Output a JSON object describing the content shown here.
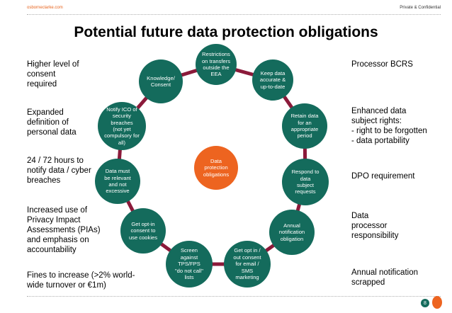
{
  "header": {
    "brand": "osborneclarke.com",
    "confidential": "Private & Confidential"
  },
  "title": "Potential future data protection obligations",
  "center": {
    "label": "Data\nprotection\nobligations"
  },
  "nodes": [
    {
      "label": "Restrictions\non transfers\noutside the\nEEA"
    },
    {
      "label": "Keep data\naccurate &\nup-to-date"
    },
    {
      "label": "Retain data\nfor an\nappropriate\nperiod"
    },
    {
      "label": "Respond to\ndata\nsubject\nrequests"
    },
    {
      "label": "Annual\nnotification\nobligation"
    },
    {
      "label": "Get opt in /\nout consent\nfor email /\nSMS\nmarketing"
    },
    {
      "label": "Screen\nagainst\nTPS/FPS\n\"do not call\"\nlists"
    },
    {
      "label": "Get opt-in\nconsent to\nuse cookies"
    },
    {
      "label": "Data must\nbe relevant\nand not\nexcessive"
    },
    {
      "label": "Notify ICO of\nsecurity\nbreaches\n(not yet\ncompulsory for\nall)"
    },
    {
      "label": "Knowledge/\nConsent"
    }
  ],
  "left_notes": [
    "Higher level of\nconsent\nrequired",
    "Expanded\ndefinition of\npersonal data",
    "24 / 72 hours to\nnotify data / cyber\nbreaches",
    "Increased use of\nPrivacy Impact\nAssessments (PIAs)\nand emphasis on\naccountability",
    "Fines to increase (>2% world-\nwide turnover or €1m)"
  ],
  "right_notes": [
    "Processor BCRS",
    "Enhanced data\nsubject rights:\n- right to be forgotten\n- data portability",
    "DPO requirement",
    "Data\nprocessor\nresponsibility",
    "Annual notification\nscrapped"
  ],
  "footer": {
    "page": "8"
  },
  "colors": {
    "node": "#146b5c",
    "center": "#ed6420",
    "connector": "#8b1a3a",
    "brand": "#e8641e"
  }
}
